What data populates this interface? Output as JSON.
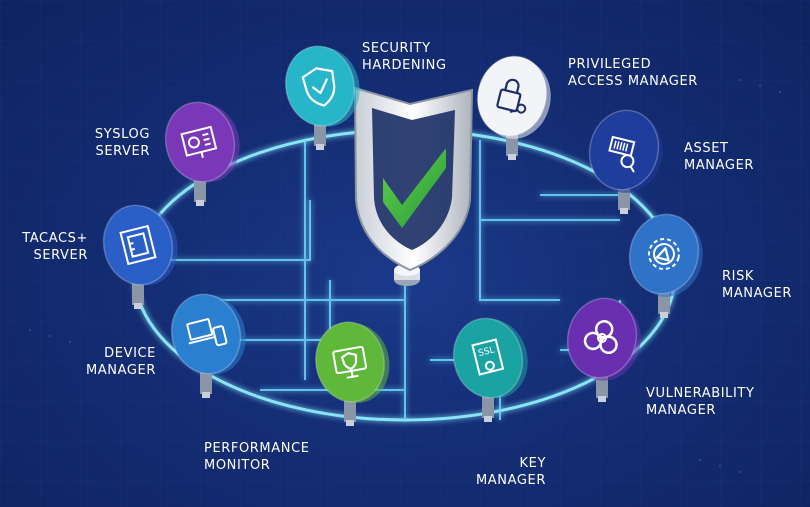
{
  "colors": {
    "background": "#142d74",
    "ring": "#7fe8ff",
    "shield_green": "#3fba3f",
    "shield_silver": "#e6e9ee"
  },
  "labels": {
    "security_hardening": [
      "SECURITY",
      "HARDENING"
    ],
    "privileged_access_manager": [
      "PRIVILEGED",
      "ACCESS MANAGER"
    ],
    "asset_manager": [
      "ASSET",
      "MANAGER"
    ],
    "risk_manager": [
      "RISK",
      "MANAGER"
    ],
    "vulnerability_manager": [
      "VULNERABILITY",
      "MANAGER"
    ],
    "key_manager": [
      "KEY",
      "MANAGER"
    ],
    "performance_monitor": [
      "PERFORMANCE",
      "MONITOR"
    ],
    "device_manager": [
      "DEVICE",
      "MANAGER"
    ],
    "tacacs_server": [
      "TACACS+",
      "SERVER"
    ],
    "syslog_server": [
      "SYSLOG",
      "SERVER"
    ]
  },
  "nodes": [
    {
      "id": "security-hardening",
      "icon": "shield-check-icon",
      "color": "#27b6c9"
    },
    {
      "id": "privileged-access-manager",
      "icon": "padlock-key-icon",
      "color": "#f2f4f7"
    },
    {
      "id": "asset-manager",
      "icon": "barcode-search-icon",
      "color": "#1f3d9c"
    },
    {
      "id": "risk-manager",
      "icon": "gear-warning-icon",
      "color": "#2f73c9"
    },
    {
      "id": "vulnerability-manager",
      "icon": "biohazard-icon",
      "color": "#6a2fb0"
    },
    {
      "id": "key-manager",
      "icon": "ssl-certificate-icon",
      "color": "#1aa3a3"
    },
    {
      "id": "performance-monitor",
      "icon": "monitor-shield-icon",
      "color": "#5fb83a"
    },
    {
      "id": "device-manager",
      "icon": "laptop-phone-icon",
      "color": "#2a7fd0"
    },
    {
      "id": "tacacs-server",
      "icon": "server-rack-icon",
      "color": "#2a5fc7"
    },
    {
      "id": "syslog-server",
      "icon": "chart-presentation-icon",
      "color": "#7a38b8"
    }
  ]
}
